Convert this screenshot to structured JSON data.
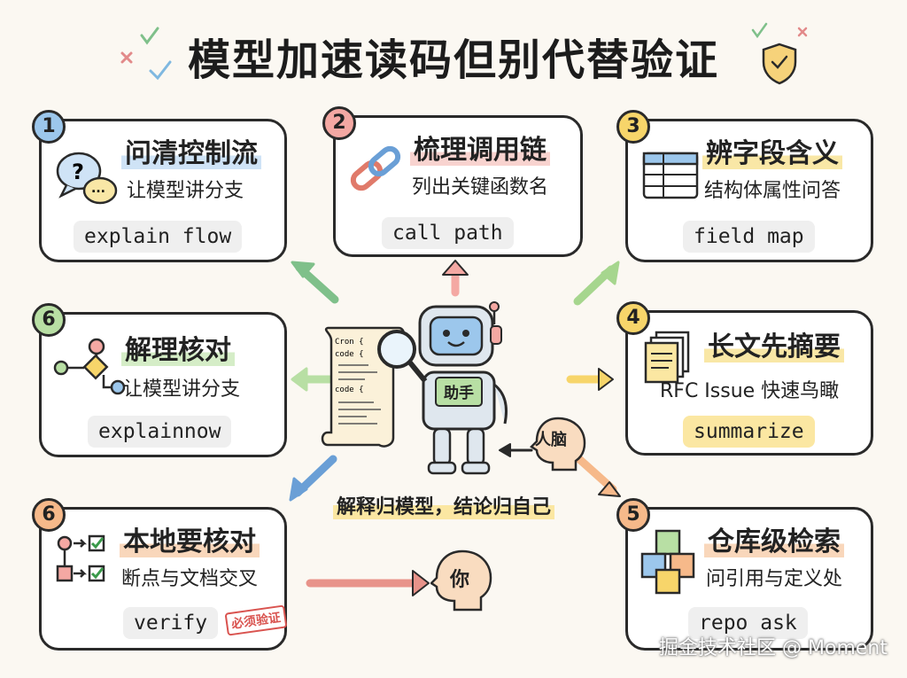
{
  "title": "模型加速读码但别代替验证",
  "cards": [
    {
      "badge": "1",
      "title": "问清控制流",
      "subtitle": "让模型讲分支",
      "command": "explain flow"
    },
    {
      "badge": "2",
      "title": "梳理调用链",
      "subtitle": "列出关键函数名",
      "command": "call path"
    },
    {
      "badge": "3",
      "title": "辨字段含义",
      "subtitle": "结构体属性问答",
      "command": "field map"
    },
    {
      "badge": "6",
      "title": "解理核对",
      "subtitle": "让模型讲分支",
      "command": "explainnow"
    },
    {
      "badge": "4",
      "title": "长文先摘要",
      "subtitle": "RFC Issue 快速鸟瞰",
      "command": "summarize"
    },
    {
      "badge": "6",
      "title": "本地要核对",
      "subtitle": "断点与文档交叉",
      "command": "verify",
      "stamp": "必须验证"
    },
    {
      "badge": "5",
      "title": "仓库级检索",
      "subtitle": "问引用与定义处",
      "command": "repo ask"
    }
  ],
  "center": {
    "robot_label": "助手",
    "brain_label": "人脑",
    "you_label": "你",
    "caption": "解释归模型，结论归自己",
    "scroll_lines": [
      "Cron {",
      "code {",
      "code {"
    ]
  },
  "icon_glyphs": {
    "question": "?",
    "dots": "..."
  },
  "watermark": "掘金技术社区 @ Moment",
  "colors": {
    "blue": "#9cc7ec",
    "pink": "#f4a8a3",
    "yellow": "#f7d56a",
    "green": "#b8dfa4",
    "orange": "#f6b98a",
    "border": "#2a2a2a"
  }
}
